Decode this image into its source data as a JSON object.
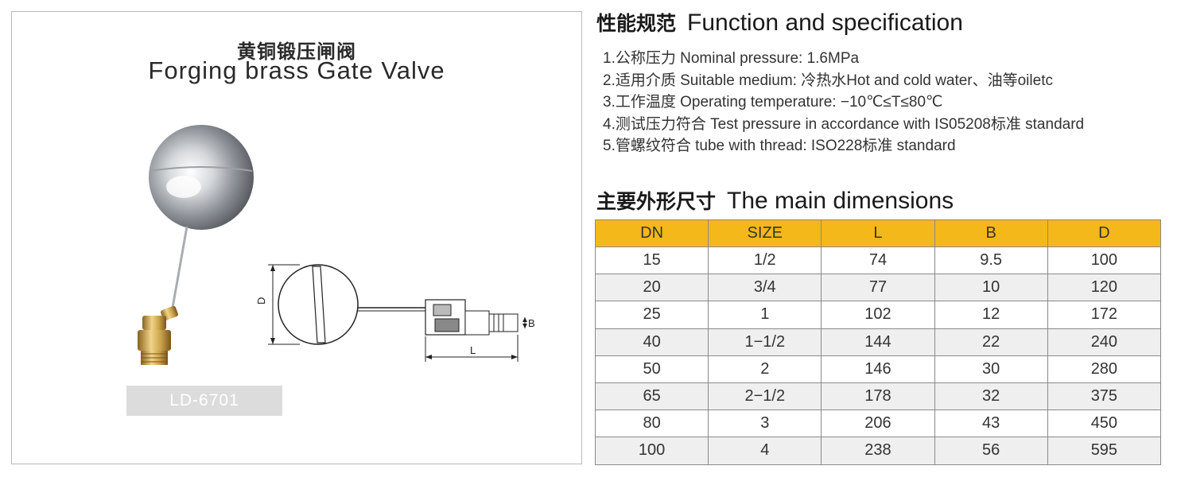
{
  "product": {
    "title_cn": "黄铜锻压闸阀",
    "title_en": "Forging brass Gate Valve",
    "model": "LD-6701",
    "drawing_labels": {
      "d": "D",
      "l": "L",
      "b": "B"
    }
  },
  "spec": {
    "heading_cn": "性能规范",
    "heading_en": "Function and specification",
    "items": [
      "1.公称压力 Nominal pressure: 1.6MPa",
      "2.适用介质 Suitable medium: 冷热水Hot and cold water、油等oiletc",
      "3.工作温度 Operating temperature: −10℃≤T≤80℃",
      "4.测试压力符合 Test pressure in accordance with IS05208标准 standard",
      "5.管螺纹符合 tube with thread: ISO228标准 standard"
    ]
  },
  "dimensions": {
    "heading_cn": "主要外形尺寸",
    "heading_en": "The main dimensions",
    "columns": [
      "DN",
      "SIZE",
      "L",
      "B",
      "D"
    ],
    "rows": [
      [
        "15",
        "1/2",
        "74",
        "9.5",
        "100"
      ],
      [
        "20",
        "3/4",
        "77",
        "10",
        "120"
      ],
      [
        "25",
        "1",
        "102",
        "12",
        "172"
      ],
      [
        "40",
        "1−1/2",
        "144",
        "22",
        "240"
      ],
      [
        "50",
        "2",
        "146",
        "30",
        "280"
      ],
      [
        "65",
        "2−1/2",
        "178",
        "32",
        "375"
      ],
      [
        "80",
        "3",
        "206",
        "43",
        "450"
      ],
      [
        "100",
        "4",
        "238",
        "56",
        "595"
      ]
    ]
  },
  "colors": {
    "table_header": "#f5b81a",
    "brass": "#c9a24a",
    "steel": "#cfd2d6"
  }
}
